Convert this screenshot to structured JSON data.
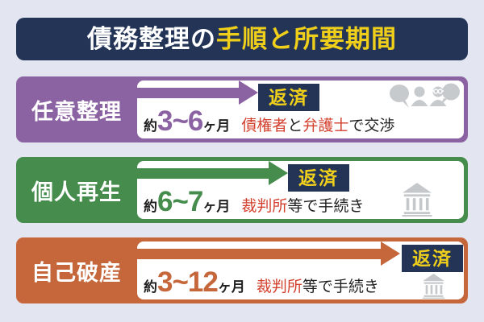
{
  "title": {
    "prefix": "債務整理の",
    "highlight": "手順と所要期間"
  },
  "rows": [
    {
      "label": "任意整理",
      "badge": "返済",
      "duration_prefix": "約",
      "duration_range": "3~6",
      "duration_unit": "ヶ月",
      "description": [
        {
          "text": "債権者",
          "em": true
        },
        {
          "text": "と",
          "em": false
        },
        {
          "text": "弁護士",
          "em": true
        },
        {
          "text": "で交渉",
          "em": false
        }
      ],
      "icon": "negotiation-people-icon"
    },
    {
      "label": "個人再生",
      "badge": "返済",
      "duration_prefix": "約",
      "duration_range": "6~7",
      "duration_unit": "ヶ月",
      "description": [
        {
          "text": "裁判所",
          "em": true
        },
        {
          "text": "等で手続き",
          "em": false
        }
      ],
      "icon": "courthouse-icon"
    },
    {
      "label": "自己破産",
      "badge": "返済",
      "duration_prefix": "約",
      "duration_range": "3~12",
      "duration_unit": "ヶ月",
      "description": [
        {
          "text": "裁判所",
          "em": true
        },
        {
          "text": "等で手続き",
          "em": false
        }
      ],
      "icon": "courthouse-icon"
    }
  ],
  "colors": {
    "background": "#e3e5f0",
    "title_bg": "#233457",
    "title_highlight": "#f0cf1b",
    "row1_purple": "#8c63a2",
    "row2_green": "#468c4c",
    "row3_orange": "#c5673a",
    "badge_bg": "#233457",
    "badge_text": "#f0cf1b",
    "emphasis_red": "#d3402e",
    "text_dark": "#1f1f1f",
    "icon_gray": "#c7cacd"
  }
}
